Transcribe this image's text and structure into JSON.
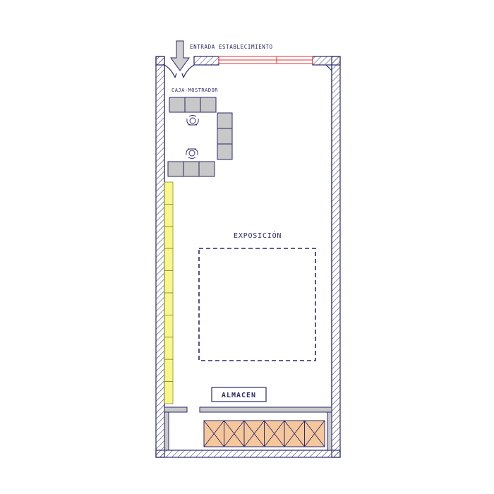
{
  "labels": {
    "entrance": "ENTRADA ESTABLECIMIENTO",
    "counter": "CAJA-MOSTRADOR",
    "exhibition": "EXPOSICIÓN",
    "storage": "ALMACEN"
  },
  "colors": {
    "line": "#2a2a6e",
    "wall_hatch": "#4a4a8e",
    "furniture_fill": "#c8c8c8",
    "shelf_fill": "#f7f78a",
    "shelf_stroke": "#8a8a30",
    "storage_box_fill": "#f6c79a",
    "window_stroke": "#e03030",
    "arrow_fill": "#cfcfcf"
  },
  "icons": {
    "entrance_arrow": "arrow-down-icon",
    "chair": "chair-icon",
    "storage_box": "crossed-box-icon"
  },
  "furniture": {
    "counter_top_units": 3,
    "counter_right_units": 3,
    "counter_bottom_units": 3,
    "shelf_units": 10,
    "storage_boxes": 6
  }
}
